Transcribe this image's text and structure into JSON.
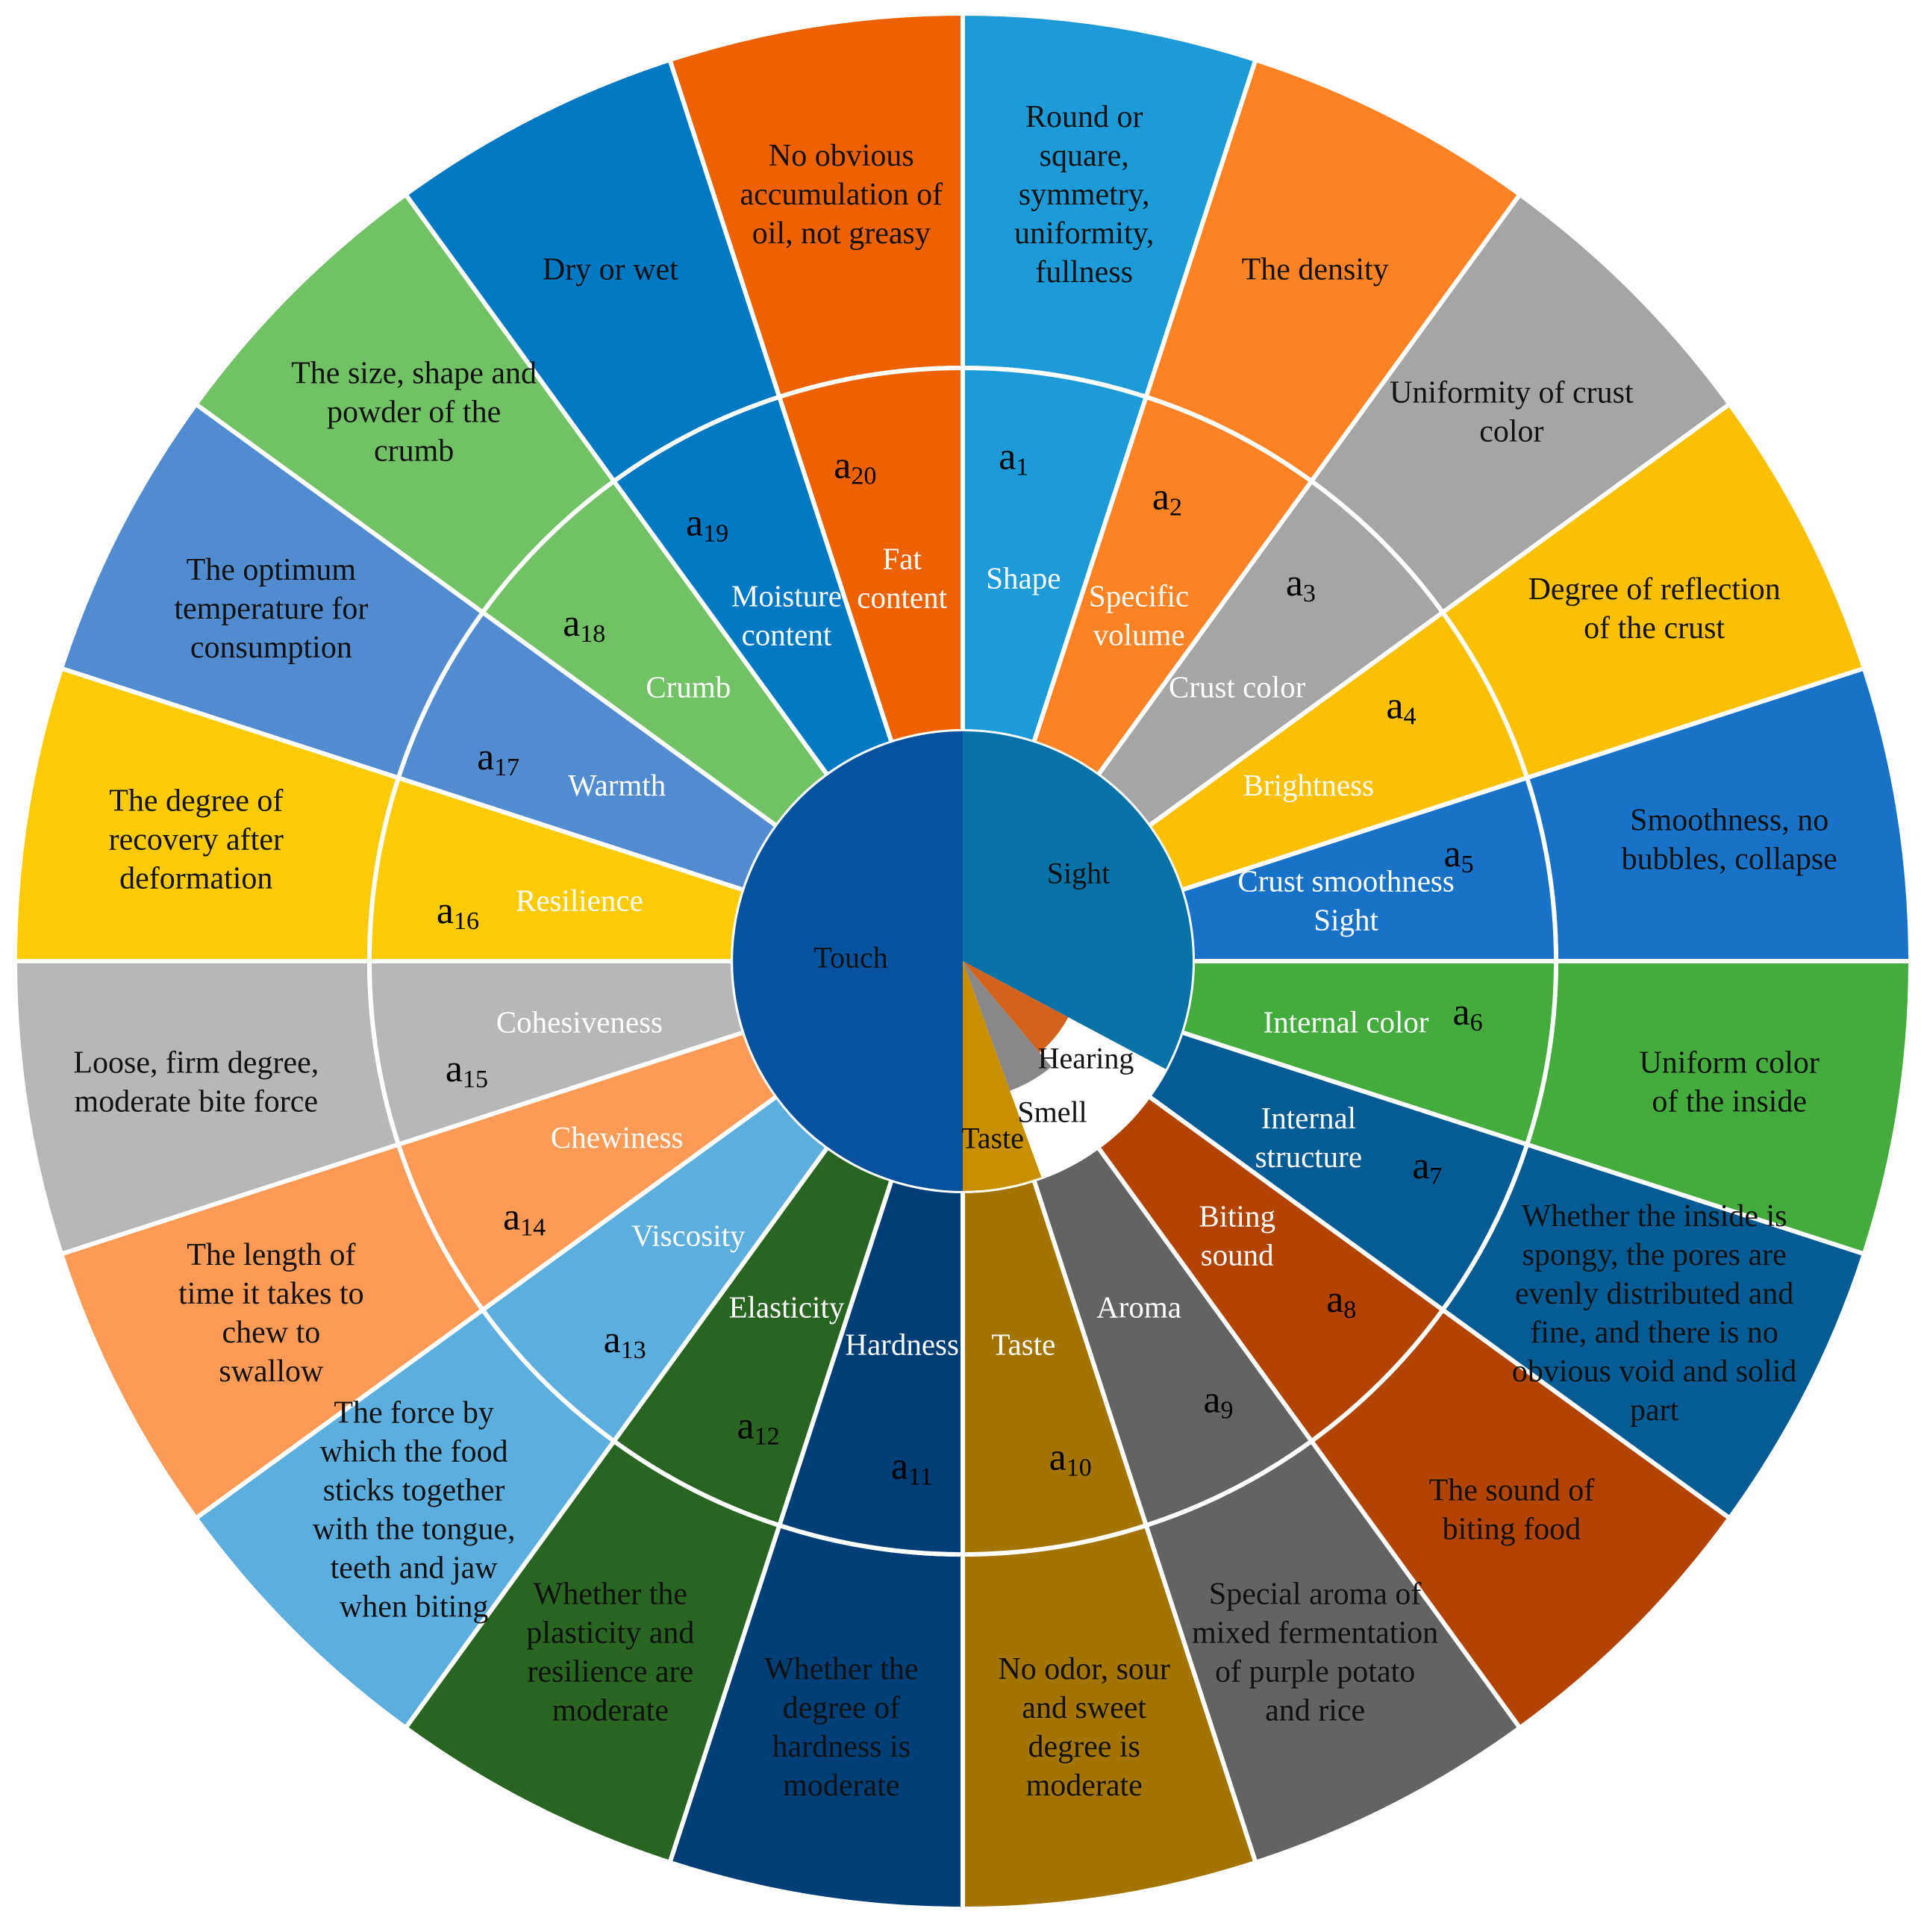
{
  "attributes": [
    {
      "code": "a",
      "sub": "1",
      "name": [
        "Shape"
      ],
      "desc": [
        "Round or",
        "square,",
        "symmetry,",
        "uniformity,",
        "fullness"
      ],
      "color": "#1c9bd8"
    },
    {
      "code": "a",
      "sub": "2",
      "name": [
        "Specific",
        "volume"
      ],
      "desc": [
        "The density"
      ],
      "color": "#fd8224"
    },
    {
      "code": "a",
      "sub": "3",
      "name": [
        "Crust color"
      ],
      "desc": [
        "Uniformity of crust",
        "color"
      ],
      "color": "#a5a5a5"
    },
    {
      "code": "a",
      "sub": "4",
      "name": [
        "Brightness"
      ],
      "desc": [
        "Degree of reflection",
        "of the crust"
      ],
      "color": "#fcc003"
    },
    {
      "code": "a",
      "sub": "5",
      "name": [
        "Crust smoothness",
        "Sight"
      ],
      "desc": [
        "Smoothness, no",
        "bubbles, collapse"
      ],
      "color": "#1873c8"
    },
    {
      "code": "a",
      "sub": "6",
      "name": [
        "Internal color"
      ],
      "desc": [
        "Uniform color",
        "of the inside"
      ],
      "color": "#44ac3c"
    },
    {
      "code": "a",
      "sub": "7",
      "name": [
        "Internal",
        "structure"
      ],
      "desc": [
        "Whether the inside is",
        "spongy, the pores are",
        "evenly distributed and",
        "fine, and there is no",
        "obvious void and solid",
        "part"
      ],
      "color": "#055c95"
    },
    {
      "code": "a",
      "sub": "8",
      "name": [
        "Biting",
        "sound"
      ],
      "desc": [
        "The sound of",
        "biting food"
      ],
      "color": "#b34301"
    },
    {
      "code": "a",
      "sub": "9",
      "name": [
        "Aroma"
      ],
      "desc": [
        "Special aroma of",
        "mixed fermentation",
        "of purple potato",
        "and rice"
      ],
      "color": "#636363"
    },
    {
      "code": "a",
      "sub": "10",
      "name": [
        "Taste"
      ],
      "desc": [
        "No odor, sour",
        "and sweet",
        "degree is",
        "moderate"
      ],
      "color": "#a47400"
    },
    {
      "code": "a",
      "sub": "11",
      "name": [
        "Hardness"
      ],
      "desc": [
        "Whether the",
        "degree of",
        "hardness is",
        "moderate"
      ],
      "color": "#003e77"
    },
    {
      "code": "a",
      "sub": "12",
      "name": [
        "Elasticity"
      ],
      "desc": [
        "Whether the",
        "plasticity and",
        "resilience are",
        "moderate"
      ],
      "color": "#276521"
    },
    {
      "code": "a",
      "sub": "13",
      "name": [
        "Viscosity"
      ],
      "desc": [
        "The force by",
        "which the food",
        "sticks together",
        "with the tongue,",
        "teeth and jaw",
        "when biting"
      ],
      "color": "#5caedf"
    },
    {
      "code": "a",
      "sub": "14",
      "name": [
        "Chewiness"
      ],
      "desc": [
        "The length of",
        "time it takes to",
        "chew to",
        "swallow"
      ],
      "color": "#fd9a56"
    },
    {
      "code": "a",
      "sub": "15",
      "name": [
        "Cohesiveness"
      ],
      "desc": [
        "Loose, firm degree,",
        "moderate bite force"
      ],
      "color": "#b7b7b7"
    },
    {
      "code": "a",
      "sub": "16",
      "name": [
        "Resilience"
      ],
      "desc": [
        "The degree of",
        "recovery after",
        "deformation"
      ],
      "color": "#fccb05"
    },
    {
      "code": "a",
      "sub": "17",
      "name": [
        "Warmth"
      ],
      "desc": [
        "The optimum",
        "temperature for",
        "consumption"
      ],
      "color": "#518cd0"
    },
    {
      "code": "a",
      "sub": "18",
      "name": [
        "Crumb"
      ],
      "desc": [
        "The size, shape and",
        "powder of the",
        "crumb"
      ],
      "color": "#71c264"
    },
    {
      "code": "a",
      "sub": "19",
      "name": [
        "Moisture",
        "content"
      ],
      "desc": [
        "Dry or wet"
      ],
      "color": "#0079c4"
    },
    {
      "code": "a",
      "sub": "20",
      "name": [
        "Fat",
        "content"
      ],
      "desc": [
        "No obvious",
        "accumulation of",
        "oil, not greasy"
      ],
      "color": "#ee6100"
    }
  ],
  "senses": [
    {
      "label": "Sight",
      "color": "#0772a8"
    },
    {
      "label": "Hearing",
      "color": "#d3621c"
    },
    {
      "label": "Smell",
      "color": "#888888"
    },
    {
      "label": "Taste",
      "color": "#c88f00"
    },
    {
      "label": "Touch",
      "color": "#06529e"
    }
  ]
}
